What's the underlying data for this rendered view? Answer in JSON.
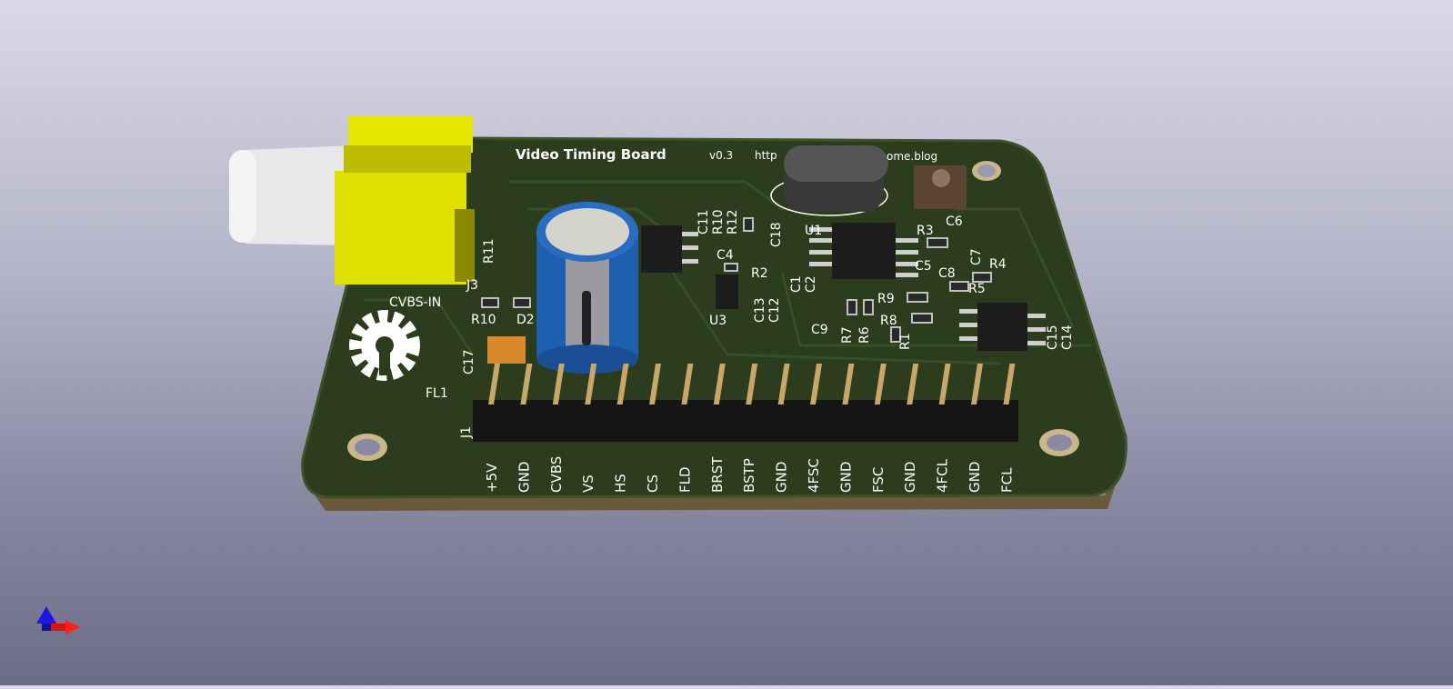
{
  "viewer": {
    "board_title": "Video Timing Board",
    "board_version": "v0.3",
    "board_url_visible": "http",
    "board_url_tail": "ome.blog",
    "colors": {
      "soldermask": "#2b3d1c",
      "silkscreen": "#ffffff",
      "board_edge": "#7a6a48",
      "connector_yellow": "#e6e600",
      "capacitor_blue": "#1f5fb0"
    },
    "icons": [
      "axis-z-arrow-icon",
      "axis-x-arrow-icon",
      "open-hardware-gear-logo"
    ]
  },
  "components": {
    "j3": "J3",
    "cvbs_in": "CVBS-IN",
    "r10": "R10",
    "d2": "D2",
    "c17": "C17",
    "fl1": "FL1",
    "j1": "J1",
    "r11": "R11",
    "u3": "U3",
    "c4": "C4",
    "r2": "R2",
    "c13": "C13",
    "c12": "C12",
    "c1": "C1",
    "c2": "C2",
    "c18": "C18",
    "c11": "C11",
    "r10b": "R10",
    "r12": "R12",
    "u1": "U1",
    "r3": "R3",
    "c6": "C6",
    "c7": "C7",
    "c5": "C5",
    "c8": "C8",
    "r4": "R4",
    "r5": "R5",
    "r9": "R9",
    "r8": "R8",
    "c9": "C9",
    "r7": "R7",
    "r6": "R6",
    "r1": "R1",
    "c15": "C15",
    "c14": "C14"
  },
  "pins": [
    "+5V",
    "GND",
    "CVBS",
    "VS",
    "HS",
    "CS",
    "FLD",
    "BRST",
    "BSTP",
    "GND",
    "4FSC",
    "GND",
    "FSC",
    "GND",
    "4FCL",
    "GND",
    "FCL"
  ]
}
